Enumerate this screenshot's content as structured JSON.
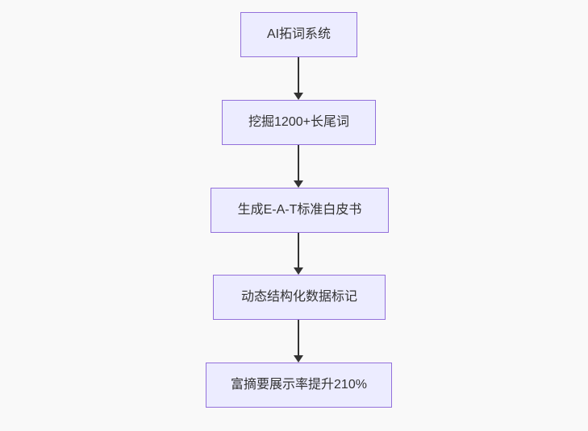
{
  "diagram": {
    "type": "flowchart",
    "direction": "top-down",
    "nodes": [
      {
        "id": "n1",
        "label": "AI拓词系统"
      },
      {
        "id": "n2",
        "label": "挖掘1200+长尾词"
      },
      {
        "id": "n3",
        "label": "生成E-A-T标准白皮书"
      },
      {
        "id": "n4",
        "label": "动态结构化数据标记"
      },
      {
        "id": "n5",
        "label": "富摘要展示率提升210%"
      }
    ],
    "edges": [
      {
        "from": "n1",
        "to": "n2",
        "style": "solid-arrow"
      },
      {
        "from": "n2",
        "to": "n3",
        "style": "solid-arrow"
      },
      {
        "from": "n3",
        "to": "n4",
        "style": "solid-arrow"
      },
      {
        "from": "n4",
        "to": "n5",
        "style": "solid-arrow"
      }
    ],
    "colors": {
      "background": "#f9f9f9",
      "node_fill": "#ECECFF",
      "node_border": "#9370DB",
      "node_text": "#333333",
      "arrow": "#333333"
    }
  }
}
